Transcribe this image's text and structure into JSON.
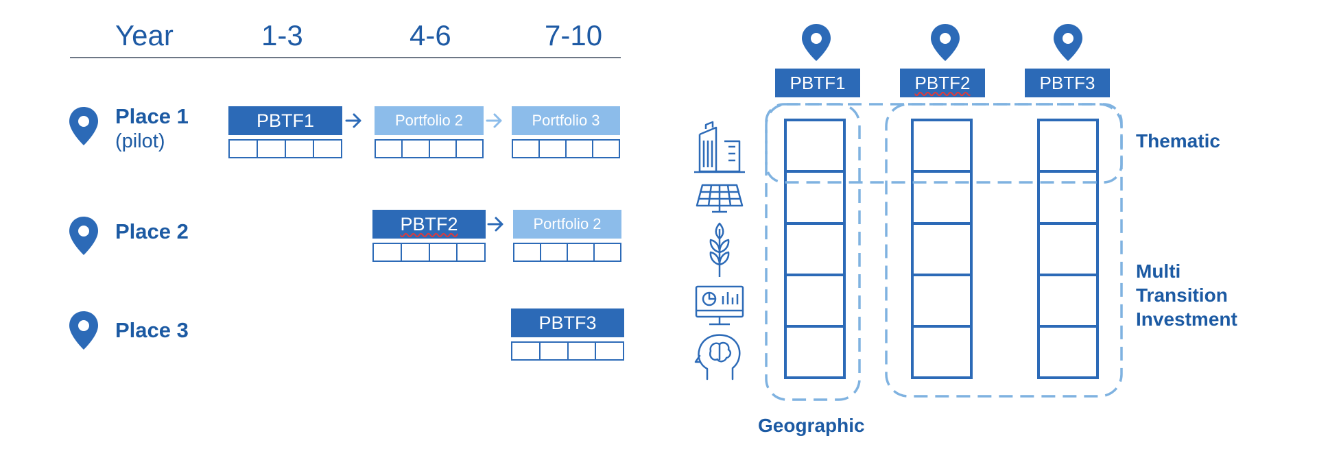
{
  "timeline": {
    "header": {
      "year_label": "Year",
      "periods": [
        "1-3",
        "4-6",
        "7-10"
      ]
    },
    "places": [
      {
        "name": "Place 1",
        "note": "(pilot)",
        "funds": [
          {
            "label": "PBTF1",
            "style": "dark",
            "period": "1-3"
          },
          {
            "label": "Portfolio 2",
            "style": "light",
            "period": "4-6"
          },
          {
            "label": "Portfolio 3",
            "style": "light",
            "period": "7-10"
          }
        ]
      },
      {
        "name": "Place 2",
        "funds": [
          {
            "label": "PBTF2",
            "style": "dark",
            "period": "4-6"
          },
          {
            "label": "Portfolio 2",
            "style": "light",
            "period": "7-10"
          }
        ]
      },
      {
        "name": "Place 3",
        "funds": [
          {
            "label": "PBTF3",
            "style": "dark",
            "period": "7-10"
          }
        ]
      }
    ]
  },
  "matrix": {
    "columns": [
      "PBTF1",
      "PBTF2",
      "PBTF3"
    ],
    "row_icons": [
      "buildings-icon",
      "solar-panel-icon",
      "wheat-icon",
      "dashboard-monitor-icon",
      "brain-head-icon"
    ],
    "labels": {
      "thematic": "Thematic",
      "multi_transition": [
        "Multi",
        "Transition",
        "Investment"
      ],
      "geographic": "Geographic"
    }
  },
  "colors": {
    "primary": "#2c6ab7",
    "light_box": "#8cbcea",
    "text_blue": "#1c5aa3",
    "dashed": "#7fb2e0",
    "rule": "#6d7785",
    "spellcheck_squiggle": "#e03a3a"
  }
}
